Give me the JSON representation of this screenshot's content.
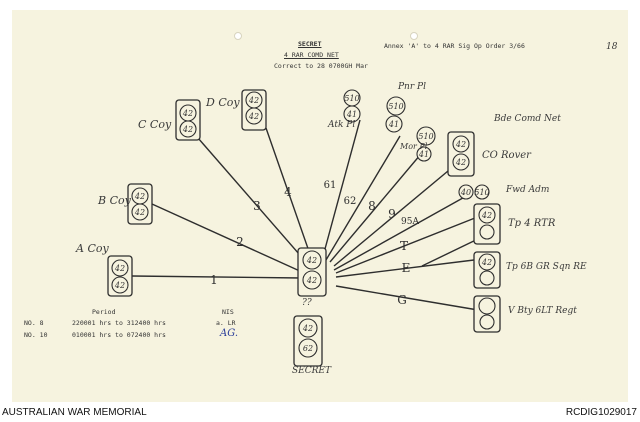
{
  "header": {
    "classification": "SECRET",
    "title": "4 RAR COMD NET",
    "correct_to": "Correct to 28 0700GH Mar",
    "annex": "Annex 'A' to 4 RAR Sig Op Order 3/66",
    "page_mark": "18"
  },
  "stations": {
    "a_coy": "A Coy",
    "b_coy": "B Coy",
    "c_coy": "C Coy",
    "d_coy": "D Coy",
    "atk_pl": "Atk Pl",
    "pnr_pl": "Pnr Pl",
    "mor_pl": "Mor Pl",
    "bde_comd_net": "Bde Comd Net",
    "co_rover": "CO Rover",
    "fwd_adm": "Fwd Adm",
    "tp_4rtr": "Tp 4 RTR",
    "tp_6b_gr": "Tp 6B GR Sqn RE",
    "v_bty": "V Bty 6LT Regt"
  },
  "sets": {
    "s42": "42",
    "s41": "41",
    "s62": "62",
    "s510": "510",
    "s40": "40"
  },
  "links": [
    "1",
    "2",
    "3",
    "4",
    "61",
    "62",
    "8",
    "9",
    "95A",
    "T",
    "E",
    "G"
  ],
  "control": {
    "mark": "??",
    "caption": "SECRET"
  },
  "period_table": {
    "header": "Period",
    "rows": [
      {
        "id": "NO. 8",
        "period": "220001 hrs to 312400 hrs",
        "note": "a. LR"
      },
      {
        "id": "NO. 10",
        "period": "010001 hrs to 072400 hrs",
        "note": "AG."
      }
    ],
    "nis": "NIS"
  },
  "footer": {
    "left": "AUSTRALIAN WAR MEMORIAL",
    "right": "RCDIG1029017"
  }
}
